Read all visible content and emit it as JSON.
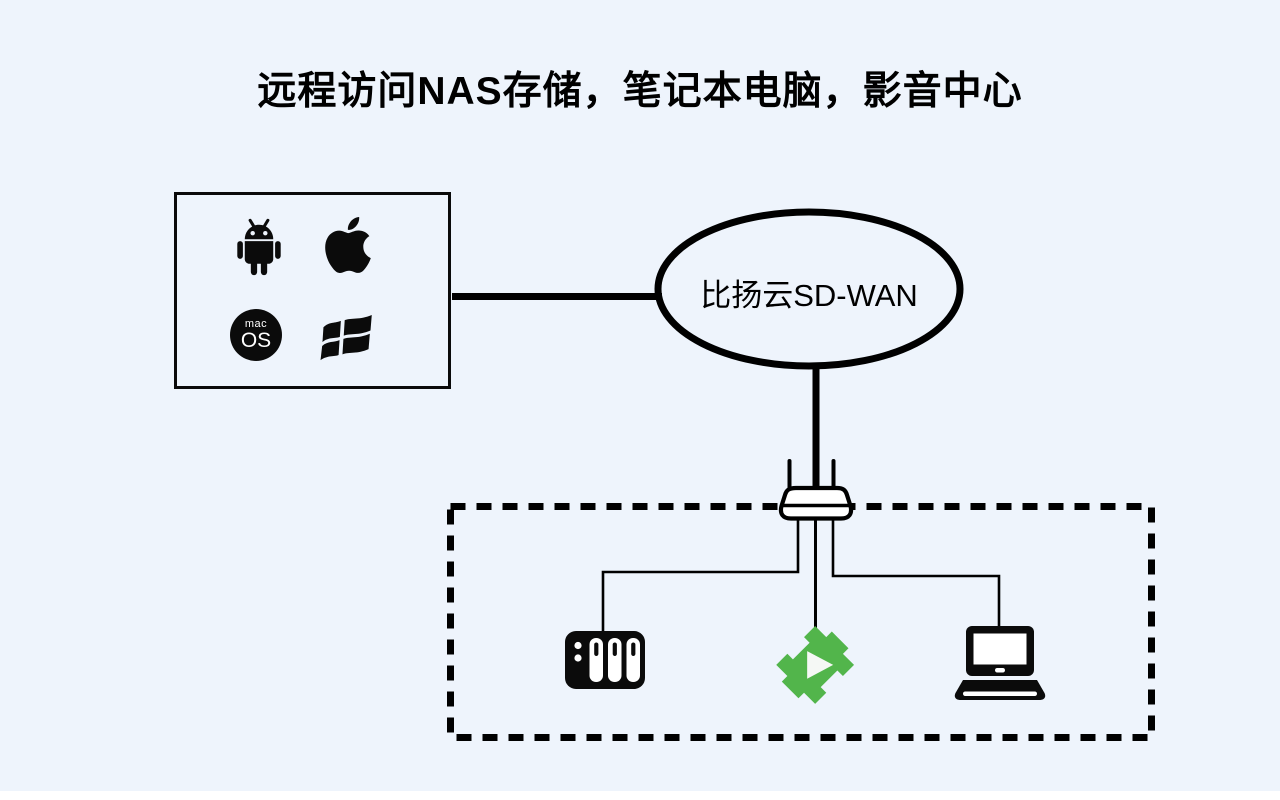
{
  "title": "远程访问NAS存储，笔记本电脑，影音中心",
  "cloud": {
    "label": "比扬云SD-WAN"
  },
  "client_box": {
    "icons": [
      "android-icon",
      "apple-icon",
      "macos-icon",
      "windows-icon"
    ],
    "macos": {
      "line1": "mac",
      "line2": "OS"
    }
  },
  "network": {
    "router_icon": "wireless-router-icon",
    "lan_devices": [
      "nas-storage-icon",
      "emby-media-player-icon",
      "laptop-icon"
    ]
  },
  "colors": {
    "background": "#eef4fc",
    "foreground": "#000000",
    "emby_green": "#52b54b",
    "router_fill": "#ffffff",
    "bottom_strip": "#ffffff"
  }
}
